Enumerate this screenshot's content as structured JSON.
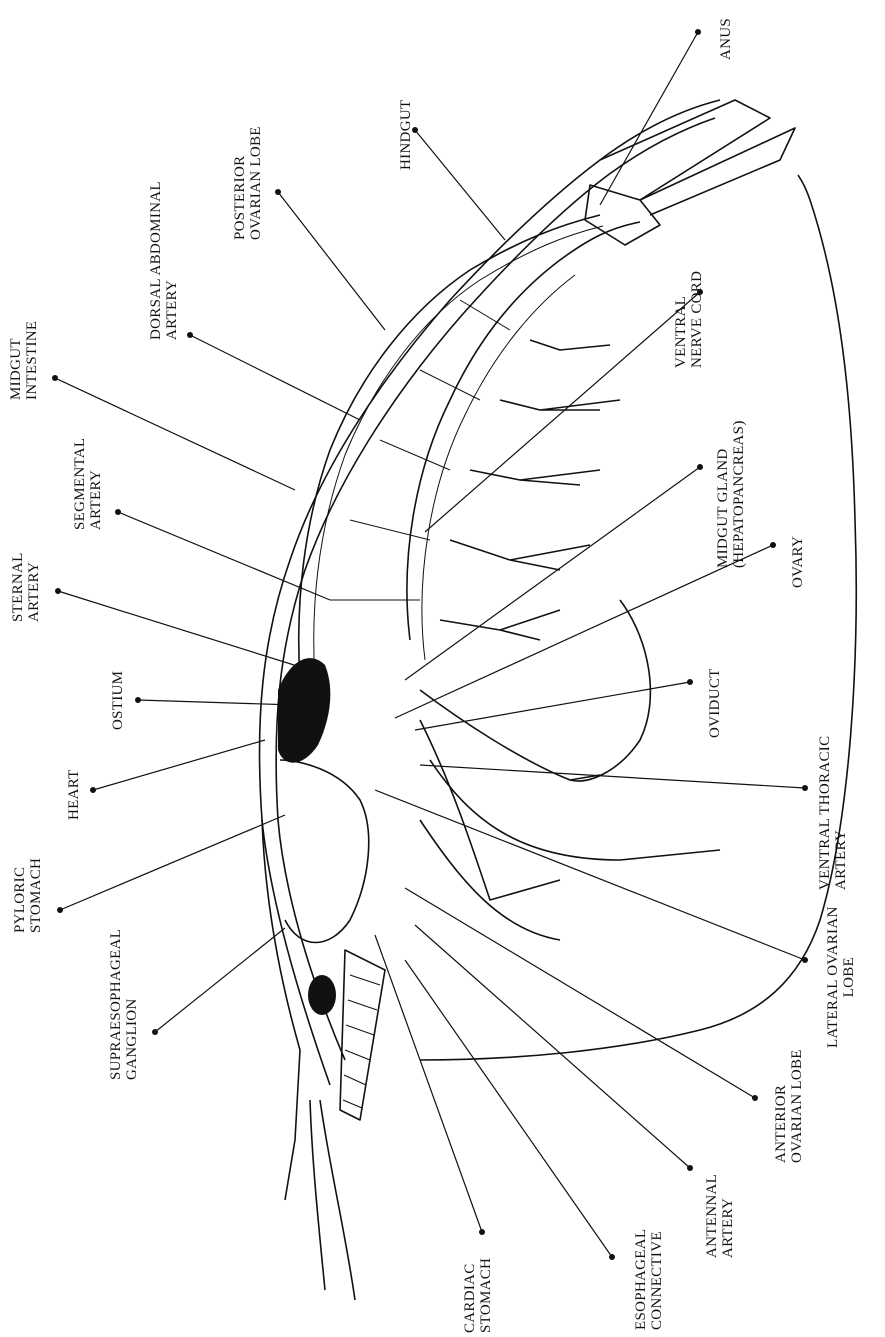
{
  "labels": {
    "anus": "ANUS",
    "hindgut": "HINDGUT",
    "posterior_ovarian_lobe": [
      "POSTERIOR",
      "OVARIAN LOBE"
    ],
    "dorsal_abdominal_artery": [
      "DORSAL ABDOMINAL",
      "ARTERY"
    ],
    "midgut_intestine": [
      "MIDGUT",
      "INTESTINE"
    ],
    "segmental_artery": [
      "SEGMENTAL",
      "ARTERY"
    ],
    "sternal_artery": [
      "STERNAL",
      "ARTERY"
    ],
    "ostium": "OSTIUM",
    "heart": "HEART",
    "pyloric_stomach": [
      "PYLORIC",
      "STOMACH"
    ],
    "supraesophageal_ganglion": [
      "SUPRAESOPHAGEAL",
      "GANGLION"
    ],
    "cardiac_stomach": [
      "CARDIAC",
      "STOMACH"
    ],
    "esophageal_connective": [
      "ESOPHAGEAL",
      "CONNECTIVE"
    ],
    "antennal_artery": [
      "ANTENNAL",
      "ARTERY"
    ],
    "anterior_ovarian_lobe": [
      "ANTERIOR",
      "OVARIAN LOBE"
    ],
    "lateral_ovarian_lobe": [
      "LATERAL OVARIAN",
      "LOBE"
    ],
    "ventral_thoracic_artery": [
      "VENTRAL THORACIC",
      "ARTERY"
    ],
    "oviduct": "OVIDUCT",
    "ovary": "OVARY",
    "midgut_gland": [
      "MIDGUT GLAND",
      "(HEPATOPANCREAS)"
    ],
    "ventral_nerve_cord": [
      "VENTRAL",
      "NERVE CORD"
    ]
  }
}
